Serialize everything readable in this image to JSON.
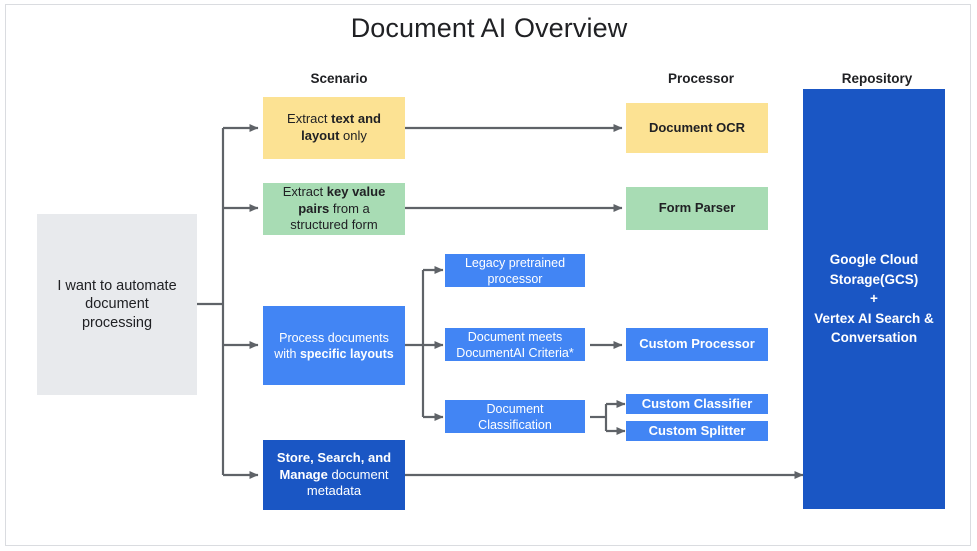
{
  "title": "Document AI Overview",
  "columns": {
    "scenario": "Scenario",
    "processor": "Processor",
    "repository": "Repository"
  },
  "entry": {
    "label": "I want to automate document processing"
  },
  "scenarios": [
    {
      "id": "extract-text-layout",
      "prefix": "Extract ",
      "bold": "text and layout",
      "suffix": " only",
      "color": "#fce293"
    },
    {
      "id": "extract-key-value",
      "prefix": "Extract ",
      "bold": "key value pairs",
      "suffix": " from a structured form",
      "color": "#a8dcb4"
    },
    {
      "id": "process-specific-layouts",
      "prefix": "Process documents with ",
      "bold": "specific layouts",
      "suffix": "",
      "color": "#4285f4"
    },
    {
      "id": "store-search-manage",
      "prefix": "",
      "bold": "Store, Search, and Manage",
      "suffix": " document metadata",
      "color": "#1a56c4"
    }
  ],
  "middle": [
    {
      "id": "legacy-pretrained-processor",
      "label": "Legacy pretrained processor"
    },
    {
      "id": "document-meets-criteria",
      "label": "Document meets DocumentAI Criteria*"
    },
    {
      "id": "document-classification",
      "label": "Document Classification"
    }
  ],
  "processors": [
    {
      "id": "document-ocr",
      "label": "Document OCR",
      "color": "#fce293"
    },
    {
      "id": "form-parser",
      "label": "Form Parser",
      "color": "#a8dcb4"
    },
    {
      "id": "custom-processor",
      "label": "Custom Processor",
      "color": "#4285f4"
    },
    {
      "id": "custom-classifier",
      "label": "Custom Classifier",
      "color": "#4285f4"
    },
    {
      "id": "custom-splitter",
      "label": "Custom Splitter",
      "color": "#4285f4"
    }
  ],
  "repository": {
    "line1": "Google Cloud",
    "line2": "Storage(GCS)",
    "line3": "+",
    "line4": "Vertex AI Search &",
    "line5": "Conversation"
  },
  "colors": {
    "yellow": "#fce293",
    "green": "#a8dcb4",
    "blue": "#4285f4",
    "dark_blue": "#1a56c4",
    "gray": "#e8eaed",
    "connector": "#5f6368",
    "border": "#dadce0"
  }
}
